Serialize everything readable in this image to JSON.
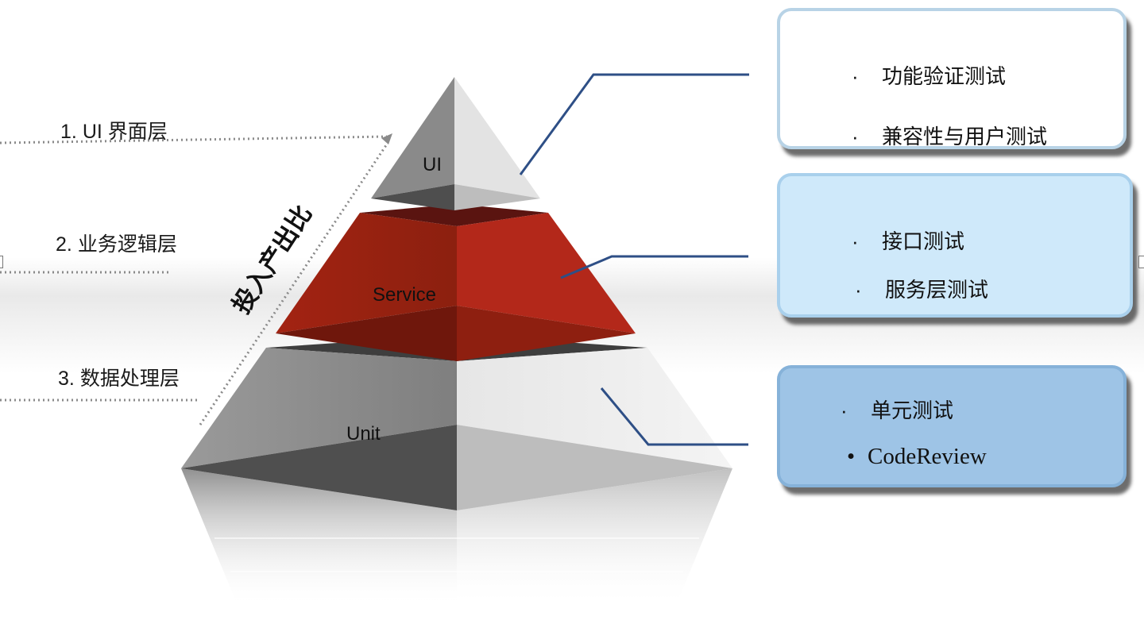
{
  "layers": [
    {
      "number": "1.",
      "name": "UI 界面层"
    },
    {
      "number": "2.",
      "name": "业务逻辑层"
    },
    {
      "number": "3.",
      "name": "数据处理层"
    }
  ],
  "pyramid": {
    "top_label": "UI",
    "middle_label": "Service",
    "bottom_label": "Unit",
    "axis_label": "投入产出比"
  },
  "boxes": [
    {
      "items": [
        {
          "marker": "·",
          "text": "功能验证测试"
        },
        {
          "marker": "·",
          "text": "兼容性与用户测试"
        }
      ]
    },
    {
      "items": [
        {
          "marker": "·",
          "text": "接口测试"
        },
        {
          "marker": "·",
          "text": "服务层测试"
        }
      ]
    },
    {
      "items": [
        {
          "marker": "·",
          "text": "单元测试"
        },
        {
          "marker": "•",
          "text": "CodeReview"
        }
      ]
    }
  ],
  "colors": {
    "service_red": "#b3281a",
    "gray_dark": "#555555",
    "gray_light": "#e6e6e6",
    "connector_blue": "#2e4f86",
    "box1_bg": "#ffffff",
    "box2_bg": "#cfe9fa",
    "box3_bg": "#9ec4e6"
  }
}
